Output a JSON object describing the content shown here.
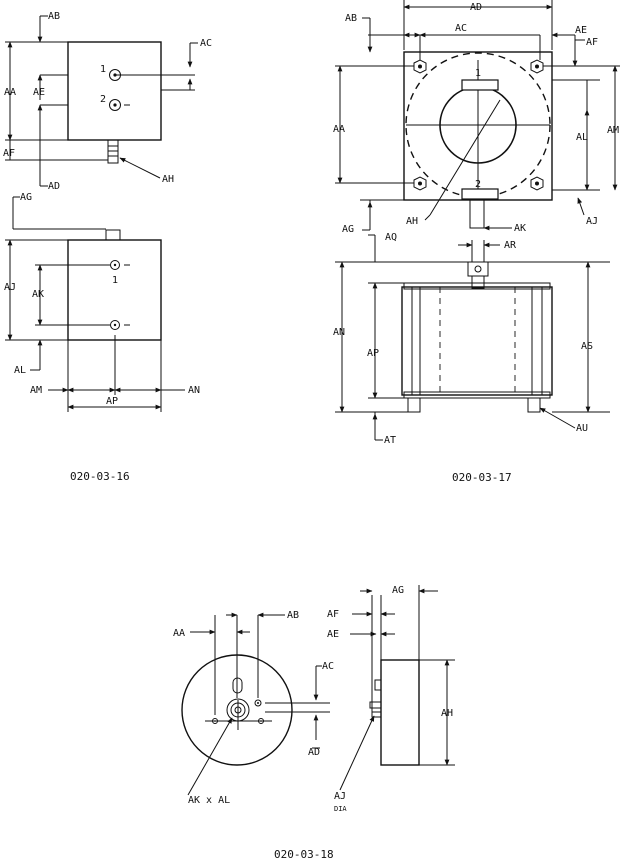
{
  "figures": [
    {
      "caption": "020-03-16",
      "labels": [
        "AB",
        "AC",
        "AA",
        "AE",
        "AF",
        "AD",
        "AH",
        "AG",
        "AJ",
        "AK",
        "AL",
        "AM",
        "AN",
        "AP"
      ],
      "markers": [
        "1",
        "2",
        "1"
      ]
    },
    {
      "caption": "020-03-17",
      "labels": [
        "AD",
        "AB",
        "AC",
        "AE",
        "AF",
        "AA",
        "AL",
        "AM",
        "AG",
        "AH",
        "AJ",
        "AK",
        "AQ",
        "AR",
        "AN",
        "AP",
        "AS",
        "AT",
        "AU"
      ],
      "markers": [
        "1",
        "2"
      ]
    },
    {
      "caption": "020-03-18",
      "labels": [
        "AA",
        "AB",
        "AC",
        "AD",
        "AK x AL",
        "AG",
        "AF",
        "AE",
        "AH",
        "AJ",
        "DIA"
      ]
    }
  ]
}
